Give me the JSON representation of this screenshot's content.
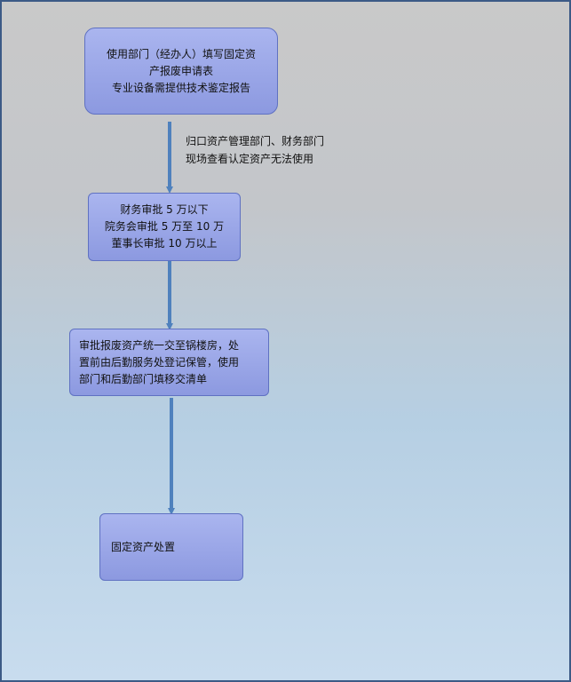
{
  "flowchart": {
    "step1": {
      "lines": [
        "使用部门（经办人）填写固定资",
        "产报废申请表",
        "专业设备需提供技术鉴定报告"
      ]
    },
    "note": {
      "lines": [
        "归口资产管理部门、财务部门",
        "现场查看认定资产无法使用"
      ]
    },
    "step2": {
      "lines": [
        "财务审批 5 万以下",
        "院务会审批 5 万至 10 万",
        "董事长审批 10 万以上"
      ]
    },
    "step3": {
      "lines": [
        "审批报废资产统一交至锅楼房，处",
        "置前由后勤服务处登记保管，使用",
        "部门和后勤部门填移交清单"
      ]
    },
    "step4": {
      "lines": [
        "固定资产处置"
      ]
    }
  },
  "colors": {
    "box_fill_top": "#aab5ef",
    "box_fill_bottom": "#8c99e0",
    "box_border": "#5f71c2",
    "arrow": "#4f81bd",
    "frame_border": "#3c5a86"
  }
}
